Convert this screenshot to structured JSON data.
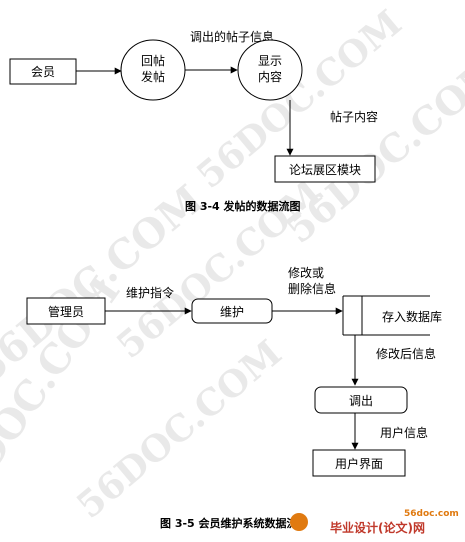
{
  "watermark": {
    "text": "56DOC.COM"
  },
  "figure1": {
    "member": "会员",
    "reply_post_line1": "回帖",
    "reply_post_line2": "发帖",
    "display_content_line1": "显示",
    "display_content_line2": "内容",
    "forum_module": "论坛展区模块",
    "label_fetch_post_info": "调出的帖子信息",
    "label_post_content": "帖子内容",
    "caption": "图 3-4 发帖的数据流图"
  },
  "figure2": {
    "admin": "管理员",
    "label_maintain_cmd": "维护指令",
    "maintain": "维护",
    "label_modify_line1": "修改或",
    "label_modify_line2": "删除信息",
    "store_database": "存入数据库",
    "label_modified_info": "修改后信息",
    "fetch": "调出",
    "label_user_info": "用户信息",
    "user_interface": "用户界面",
    "caption": "图 3-5 会员维护系统数据流"
  },
  "footer": {
    "site": "56doc.com",
    "brand": "毕业设计(论文)网"
  }
}
